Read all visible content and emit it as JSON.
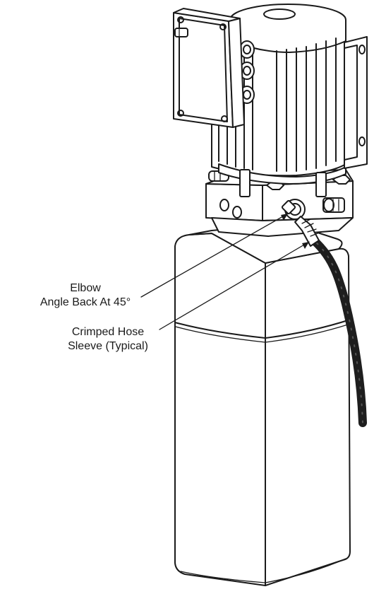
{
  "callouts": {
    "elbow": {
      "line1": "Elbow",
      "line2": "Angle Back At 45°"
    },
    "hose": {
      "line1": "Crimped Hose",
      "line2": "Sleeve (Typical)"
    }
  },
  "colors": {
    "ink": "#1a1a1a",
    "paper": "#ffffff",
    "hose": "#1e1e1e"
  }
}
